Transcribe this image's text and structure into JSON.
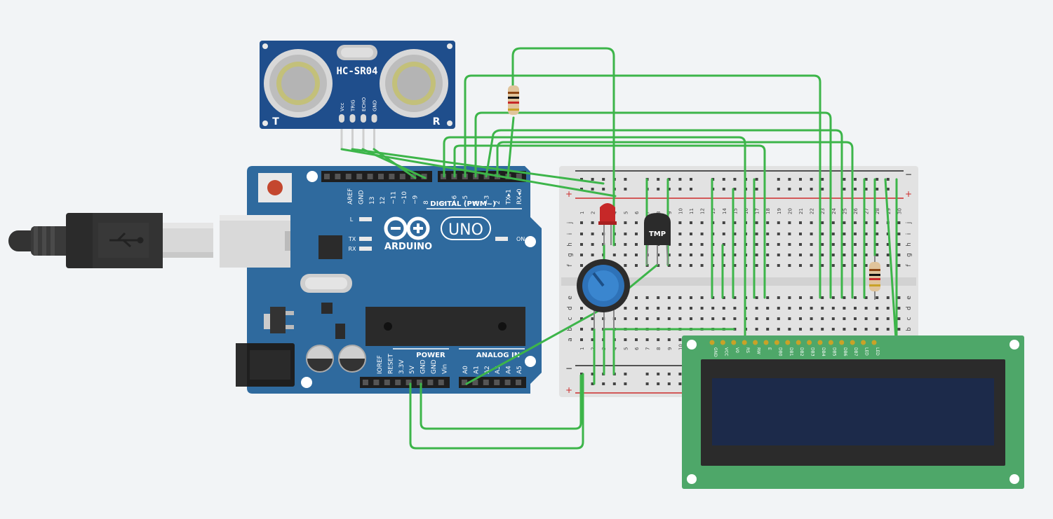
{
  "sensor": {
    "model": "HC-SR04",
    "left_mark": "T",
    "right_mark": "R",
    "pins": [
      "Vcc",
      "TRIG",
      "ECHO",
      "GND"
    ]
  },
  "arduino": {
    "digital_top_labels": [
      "AREF",
      "GND",
      "13",
      "12",
      "~11",
      "~10",
      "~9",
      "8"
    ],
    "digital_right_labels": [
      "7",
      "~6",
      "~5",
      "4",
      "~3",
      "2",
      "TX▸1",
      "RX◂0"
    ],
    "digital_caption": "DIGITAL (PWM~)",
    "led_l": "L",
    "led_tx": "TX",
    "led_rx": "RX",
    "led_on": "ON",
    "brand": "ARDUINO",
    "model": "UNO",
    "power_caption": "POWER",
    "power_labels": [
      "IOREF",
      "RESET",
      "3.3V",
      "5V",
      "GND",
      "GND",
      "Vin"
    ],
    "analog_caption": "ANALOG IN",
    "analog_labels": [
      "A0",
      "A1",
      "A2",
      "A3",
      "A4",
      "A5"
    ]
  },
  "breadboard": {
    "plus": "+",
    "minus": "−",
    "row_letters_left": [
      "j",
      "i",
      "h",
      "g",
      "f"
    ],
    "row_letters_lower": [
      "e",
      "d",
      "c",
      "b",
      "a"
    ],
    "column_numbers": [
      "1",
      "2",
      "3",
      "4",
      "5",
      "6",
      "7",
      "8",
      "9",
      "10",
      "11",
      "12",
      "13",
      "14",
      "15",
      "16",
      "17",
      "18",
      "19",
      "20",
      "21",
      "22",
      "23",
      "24",
      "25",
      "26",
      "27",
      "28",
      "29",
      "30"
    ]
  },
  "tmp_sensor": {
    "label": "TMP"
  },
  "lcd": {
    "pins": [
      "GND",
      "VCC",
      "V0",
      "RS",
      "RW",
      "E",
      "DB0",
      "DB1",
      "DB2",
      "DB3",
      "DB4",
      "DB5",
      "DB6",
      "DB7",
      "LED",
      "LED"
    ]
  },
  "colors": {
    "wire": "#3db54a",
    "arduino_blue": "#2f6a9e",
    "sensor_blue": "#1f4e8c",
    "lcd_green": "#4ea769",
    "lcd_screen": "#1c2a4a",
    "breadboard": "#e2e2e2",
    "led_red": "#c62828"
  }
}
